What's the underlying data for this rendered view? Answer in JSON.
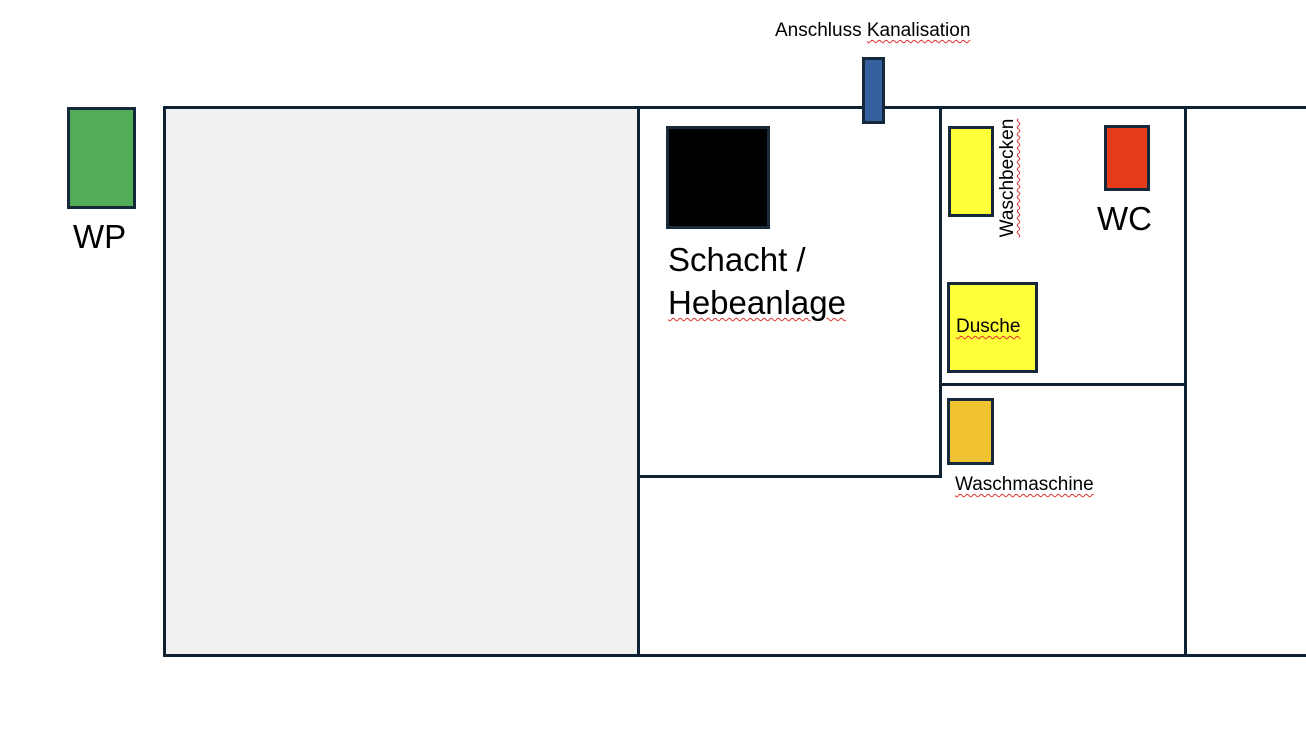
{
  "labels": {
    "connection": [
      "Anschluss ",
      "Kanalisation"
    ],
    "heat_pump": "WP",
    "shaft": [
      "Schacht /",
      "Hebeanlage"
    ],
    "sink": "Waschbecken",
    "wc": "WC",
    "shower": "Dusche",
    "washer": "Waschmaschine"
  },
  "colors": {
    "heat_pump": "#52ad57",
    "pipe": "#355f9e",
    "shaft": "#000000",
    "sink": "#ffff3a",
    "wc": "#e63b1b",
    "shower": "#ffff3a",
    "washer": "#f0c232",
    "large_room_fill": "#f1f1f1",
    "walls": "#0e2233"
  }
}
